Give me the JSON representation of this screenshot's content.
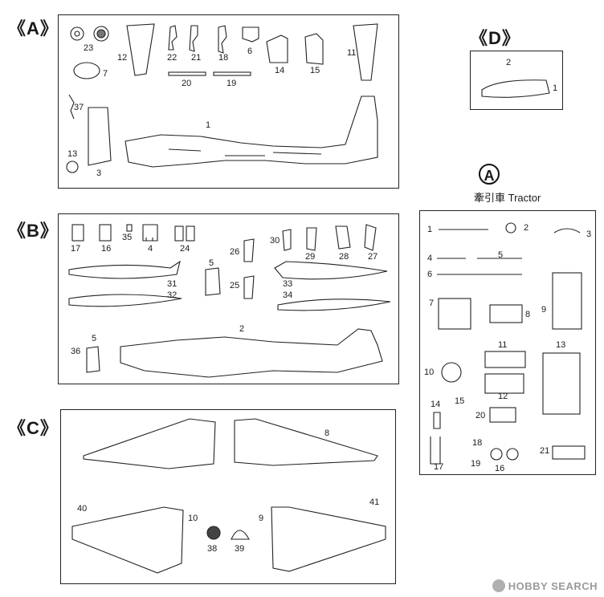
{
  "sprues": {
    "A": {
      "label": "《A》",
      "parts": [
        "23",
        "22",
        "21",
        "18",
        "6",
        "12",
        "7",
        "20",
        "19",
        "14",
        "15",
        "11",
        "37",
        "1",
        "13",
        "3"
      ]
    },
    "B": {
      "label": "《B》",
      "parts": [
        "17",
        "16",
        "35",
        "4",
        "24",
        "30",
        "29",
        "28",
        "27",
        "26",
        "5",
        "25",
        "31",
        "32",
        "33",
        "34",
        "36",
        "5",
        "2"
      ]
    },
    "C": {
      "label": "《C》",
      "parts": [
        "8",
        "40",
        "41",
        "10",
        "9",
        "38",
        "39"
      ]
    },
    "D": {
      "label": "《D》",
      "parts": [
        "2",
        "1"
      ]
    }
  },
  "tractor": {
    "badge": "A",
    "title": "牽引車 Tractor",
    "parts": [
      "1",
      "2",
      "3",
      "4",
      "5",
      "6",
      "7",
      "8",
      "9",
      "10",
      "11",
      "12",
      "13",
      "14",
      "15",
      "20",
      "18",
      "17",
      "19",
      "16",
      "21"
    ]
  },
  "watermark": {
    "text": "HOBBY SEARCH"
  }
}
